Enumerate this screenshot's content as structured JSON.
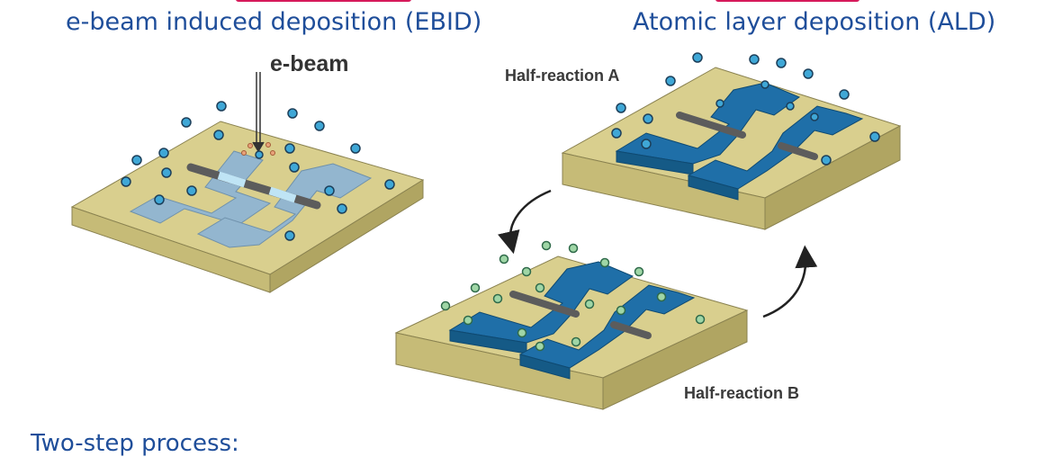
{
  "headings": {
    "ebid": "e-beam induced deposition (EBID)",
    "ald": "Atomic layer deposition (ALD)"
  },
  "labels": {
    "ebeam": "e-beam",
    "half_reaction_a": "Half-reaction A",
    "half_reaction_b": "Half-reaction B"
  },
  "bottom_text": "Two-step process:",
  "colors": {
    "heading_text": "#1f4e9a",
    "title_accent": "#d6195a",
    "substrate_top": "#d9cf8e",
    "substrate_side": "#b8ad6a",
    "ebid_pattern": "#93b6cf",
    "ald_film": "#1f6fa8",
    "precursor_a": "#3fa7d6",
    "precursor_b": "#9fd6a6"
  }
}
